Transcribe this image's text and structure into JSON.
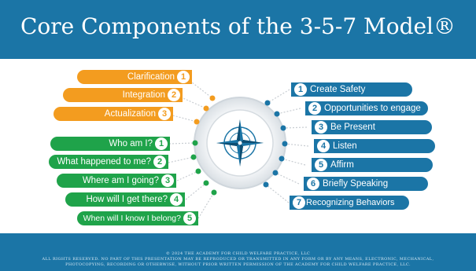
{
  "title": "Core Components of the 3-5-7 Model®",
  "left_orange": [
    {
      "label": "Clarification",
      "num": "1"
    },
    {
      "label": "Integration",
      "num": "2"
    },
    {
      "label": "Actualization",
      "num": "3"
    }
  ],
  "left_green": [
    {
      "label": "Who am I?",
      "num": "1"
    },
    {
      "label": "What happened to me?",
      "num": "2"
    },
    {
      "label": "Where am I going?",
      "num": "3"
    },
    {
      "label": "How will I get there?",
      "num": "4"
    },
    {
      "label": "When will I know I belong?",
      "num": "5"
    }
  ],
  "right_blue": [
    {
      "label": "Create Safety",
      "num": "1"
    },
    {
      "label": "Opportunities to engage",
      "num": "2"
    },
    {
      "label": "Be Present",
      "num": "3"
    },
    {
      "label": "Listen",
      "num": "4"
    },
    {
      "label": "Affirm",
      "num": "5"
    },
    {
      "label": "Briefly Speaking",
      "num": "6"
    },
    {
      "label": "Recognizing Behaviors",
      "num": "7"
    }
  ],
  "footer": {
    "line1": "© 2024 THE ACADEMY FOR CHILD WELFARE PRACTICE, LLC",
    "line2": "ALL RIGHTS RESERVED. NO PART OF THIS PRESENTATION MAY BE REPRODUCED OR TRANSMITTED IN ANY FORM OR BY ANY MEANS, ELECTRONIC, MECHANICAL,",
    "line3": "PHOTOCOPYING, RECORDING OR OTHERWISE, WITHOUT PRIOR WRITTEN PERMISSION OF THE ACADEMY FOR CHILD WELFARE PRACTICE, LLC."
  },
  "colors": {
    "orange": "#f39c1f",
    "green": "#1fa34a",
    "blue": "#1b75a6"
  },
  "center_icon": "compass-rose-icon"
}
